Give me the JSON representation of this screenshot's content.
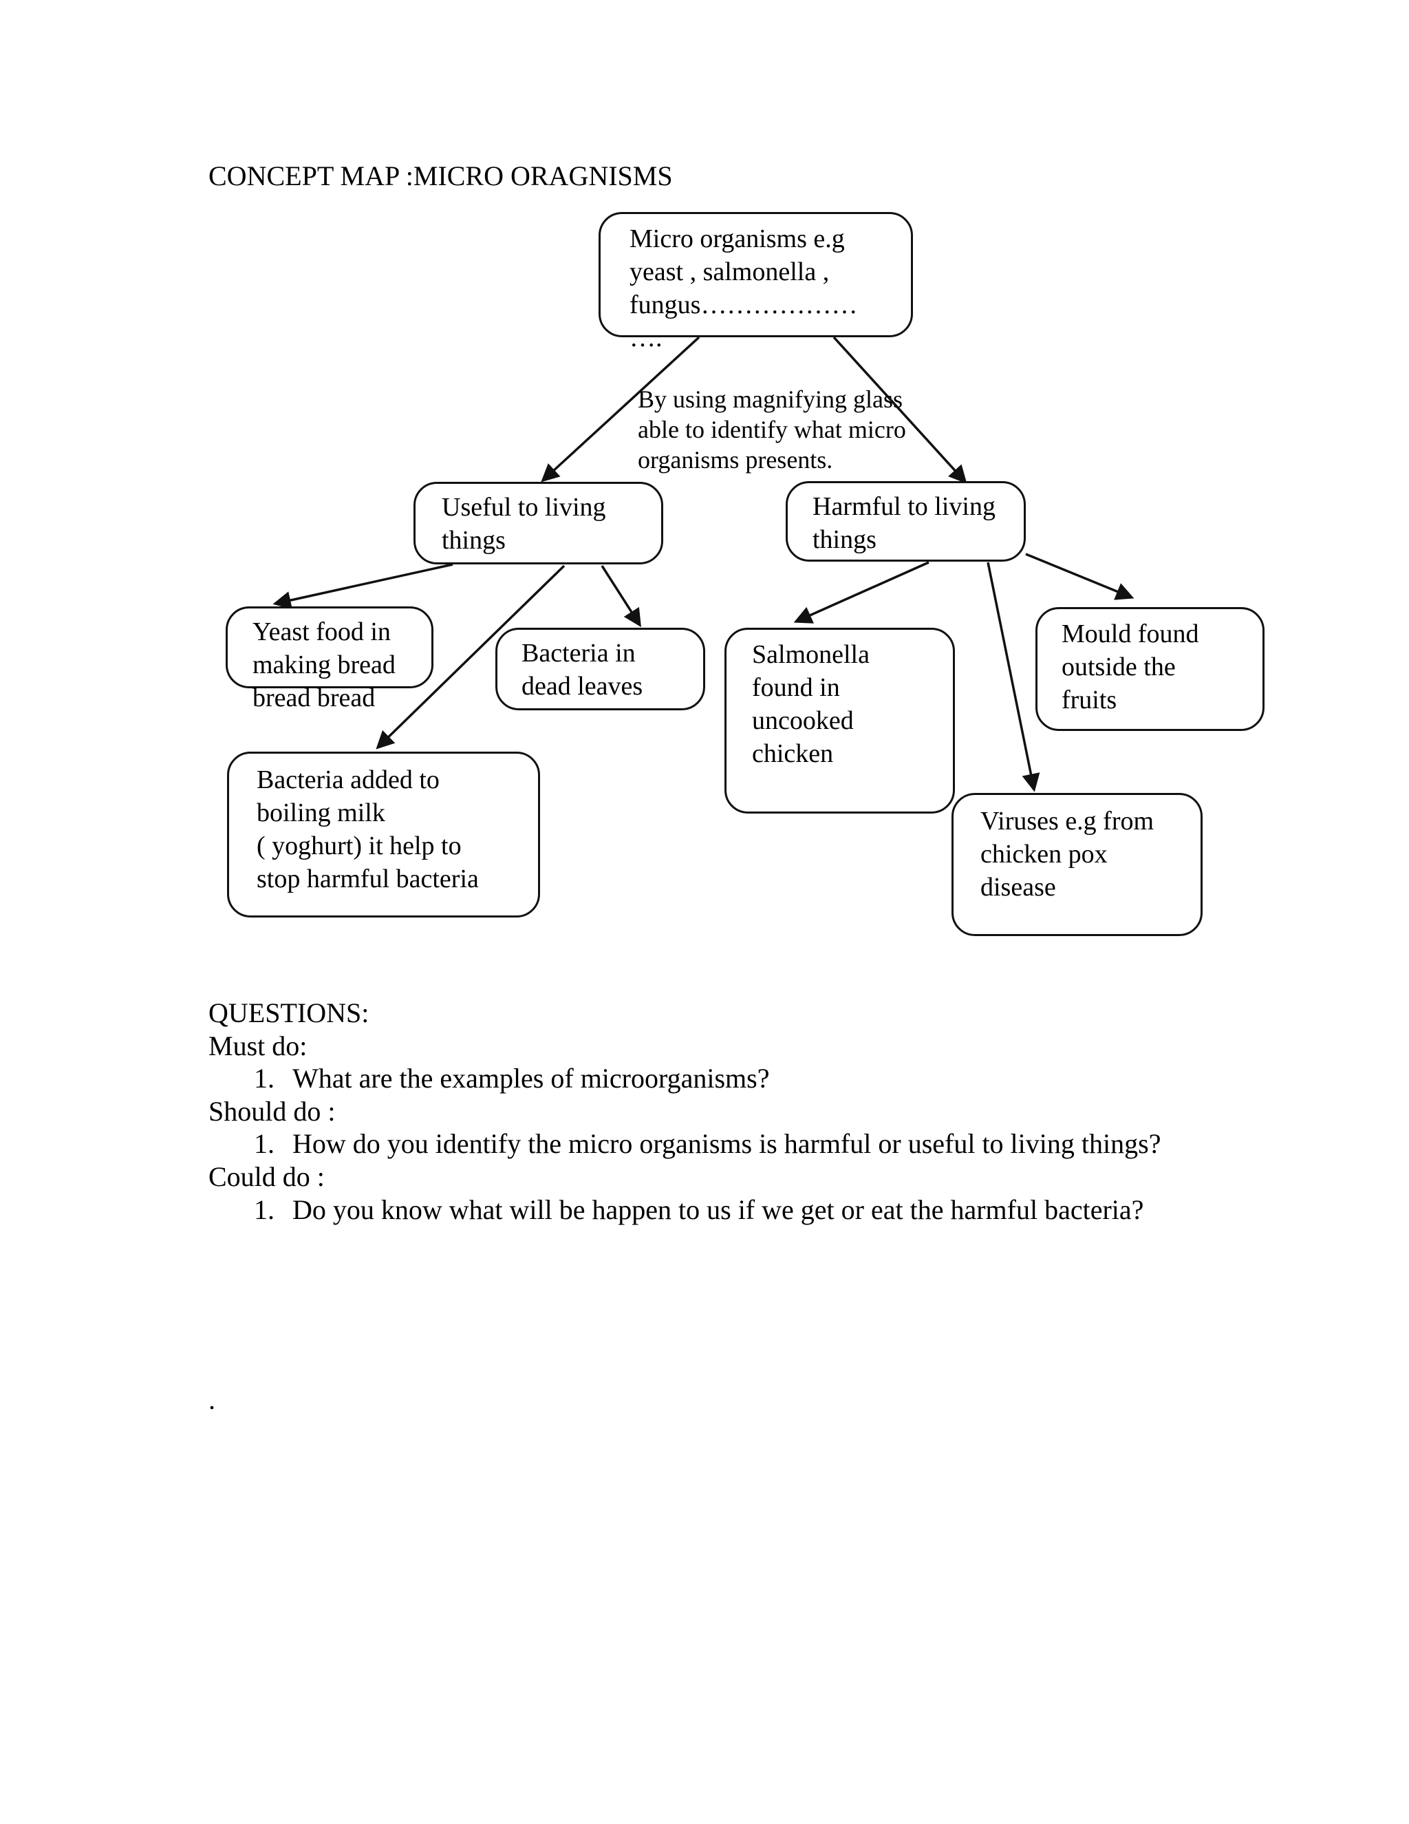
{
  "page": {
    "background": "#ffffff",
    "ink_color": "#111111",
    "title": "CONCEPT MAP :MICRO ORAGNISMS"
  },
  "diagram": {
    "nodes": {
      "micro": {
        "text": "Micro organisms e.g\nyeast , salmonella ,\nfungus………………\n…."
      },
      "useful": {
        "text": "Useful to living\nthings"
      },
      "harmful": {
        "text": "Harmful to living\nthings"
      },
      "yeast": {
        "text": "Yeast food in\nmaking bread\nbread bread"
      },
      "leaves": {
        "text": "Bacteria in\ndead leaves"
      },
      "salmonella": {
        "text": "Salmonella\nfound in\nuncooked\nchicken"
      },
      "mould": {
        "text": "Mould found\noutside the\nfruits"
      },
      "yoghurt": {
        "text": "Bacteria added to\nboiling milk\n( yoghurt) it help to\nstop harmful bacteria"
      },
      "viruses": {
        "text": "Viruses e.g from\nchicken pox\ndisease"
      }
    },
    "edge_label": "By using magnifying glass\nable to identify what micro\norganisms presents."
  },
  "questions": {
    "heading": "QUESTIONS:",
    "groups": [
      {
        "label": "Must do:",
        "item_number": "1.",
        "item_text": "What are the examples of microorganisms?"
      },
      {
        "label": "Should do :",
        "item_number": "1.",
        "item_text": "How do you identify the micro organisms is harmful or useful to living things?"
      },
      {
        "label": "Could do :",
        "item_number": "1.",
        "item_text": "Do you know what will be happen to us if we get or eat the harmful bacteria?"
      }
    ],
    "trailing_dot": "."
  }
}
